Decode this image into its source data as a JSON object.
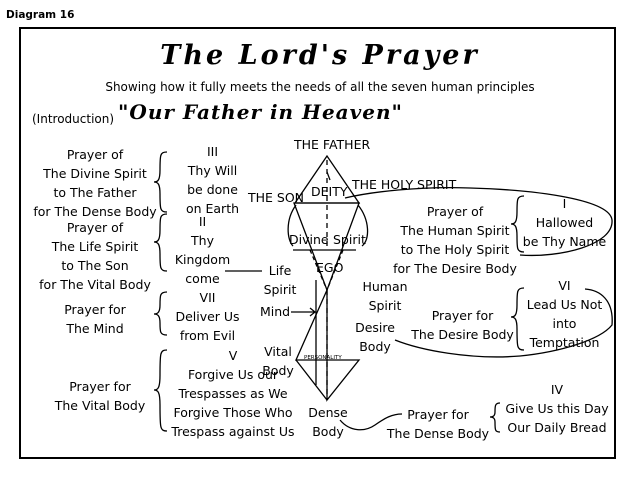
{
  "diagram_label": "Diagram 16",
  "title": "The Lord's Prayer",
  "subtitle": "Showing how it fully meets the needs of all the seven human principles",
  "intro": {
    "label": "(Introduction)",
    "quote": "\"Our Father in Heaven\""
  },
  "left_prayers": [
    [
      "Prayer of",
      "The Divine Spirit",
      "to The Father",
      "for The Dense Body"
    ],
    [
      "Prayer of",
      "The Life Spirit",
      "to The Son",
      "for The Vital Body"
    ],
    [
      "Prayer for",
      "The Mind"
    ],
    [
      "Prayer for",
      "The Vital Body"
    ]
  ],
  "petitions_left": [
    {
      "numeral": "III",
      "lines": [
        "Thy Will",
        "be done",
        "on Earth"
      ]
    },
    {
      "numeral": "II",
      "lines": [
        "Thy",
        "Kingdom",
        "come"
      ]
    },
    {
      "numeral": "VII",
      "lines": [
        "Deliver Us",
        "from Evil"
      ]
    },
    {
      "numeral": "V",
      "lines": [
        "Forgive Us our",
        "Trespasses as We",
        "Forgive Those Who",
        "Trespass against Us"
      ]
    }
  ],
  "right_prayers": [
    [
      "Prayer of",
      "The Human Spirit",
      "to The Holy Spirit",
      "for The Desire Body"
    ],
    [
      "Prayer for",
      "The Desire Body"
    ],
    [
      "Prayer for",
      "The Dense Body"
    ]
  ],
  "petitions_right": [
    {
      "numeral": "I",
      "lines": [
        "Hallowed",
        "be Thy Name"
      ]
    },
    {
      "numeral": "VI",
      "lines": [
        "Lead Us Not",
        "into",
        "Temptation"
      ]
    },
    {
      "numeral": "IV",
      "lines": [
        "Give Us this Day",
        "Our Daily Bread"
      ]
    }
  ],
  "center_labels": {
    "father": "THE FATHER",
    "son": "THE SON",
    "holy_spirit": "THE HOLY SPIRIT",
    "deity": "DEITY",
    "divine": "Divine",
    "spirit": "Spirit",
    "ego": "EGO",
    "life": "Life",
    "life_spirit": "Spirit",
    "human": "Human",
    "human_spirit": "Spirit",
    "mind": "Mind",
    "desire": "Desire",
    "desire_body": "Body",
    "vital": "Vital",
    "vital_body": "Body",
    "personality": "PERSONALITY",
    "dense": "Dense",
    "dense_body": "Body"
  }
}
